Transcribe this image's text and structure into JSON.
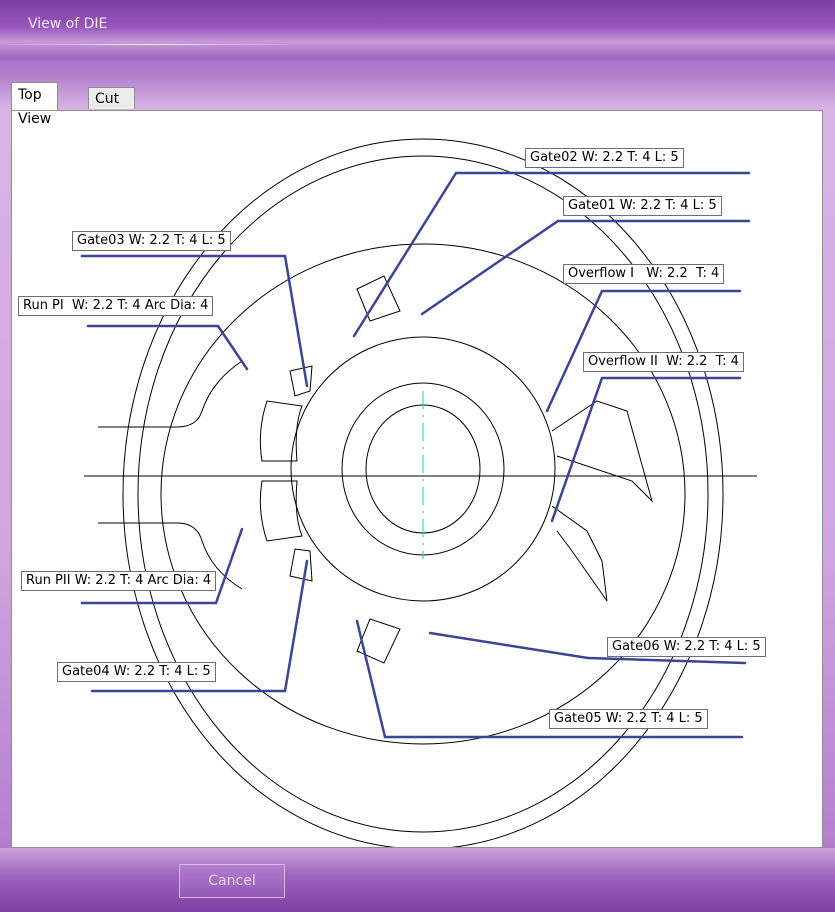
{
  "window": {
    "title": "View of DIE"
  },
  "tabs": [
    {
      "label": "Top View",
      "active": true
    },
    {
      "label": "Cut View",
      "active": false
    }
  ],
  "labels": {
    "gate02": "Gate02 W: 2.2 T: 4 L: 5",
    "gate01": "Gate01 W: 2.2 T: 4 L: 5",
    "gate03": "Gate03 W: 2.2 T: 4 L: 5",
    "overflow1": "Overflow I   W: 2.2  T: 4",
    "run_p1": "Run PI  W: 2.2 T: 4 Arc Dia: 4",
    "overflow2": "Overflow II  W: 2.2  T: 4",
    "run_p2": "Run PII W: 2.2 T: 4 Arc Dia: 4",
    "gate06": "Gate06 W: 2.2 T: 4 L: 5",
    "gate04": "Gate04 W: 2.2 T: 4 L: 5",
    "gate05": "Gate05 W: 2.2 T: 4 L: 5"
  },
  "footer": {
    "cancel_label": "Cancel"
  },
  "colors": {
    "leader": "#3b4596",
    "axis": "#2ec4c4",
    "outline": "#000000"
  }
}
